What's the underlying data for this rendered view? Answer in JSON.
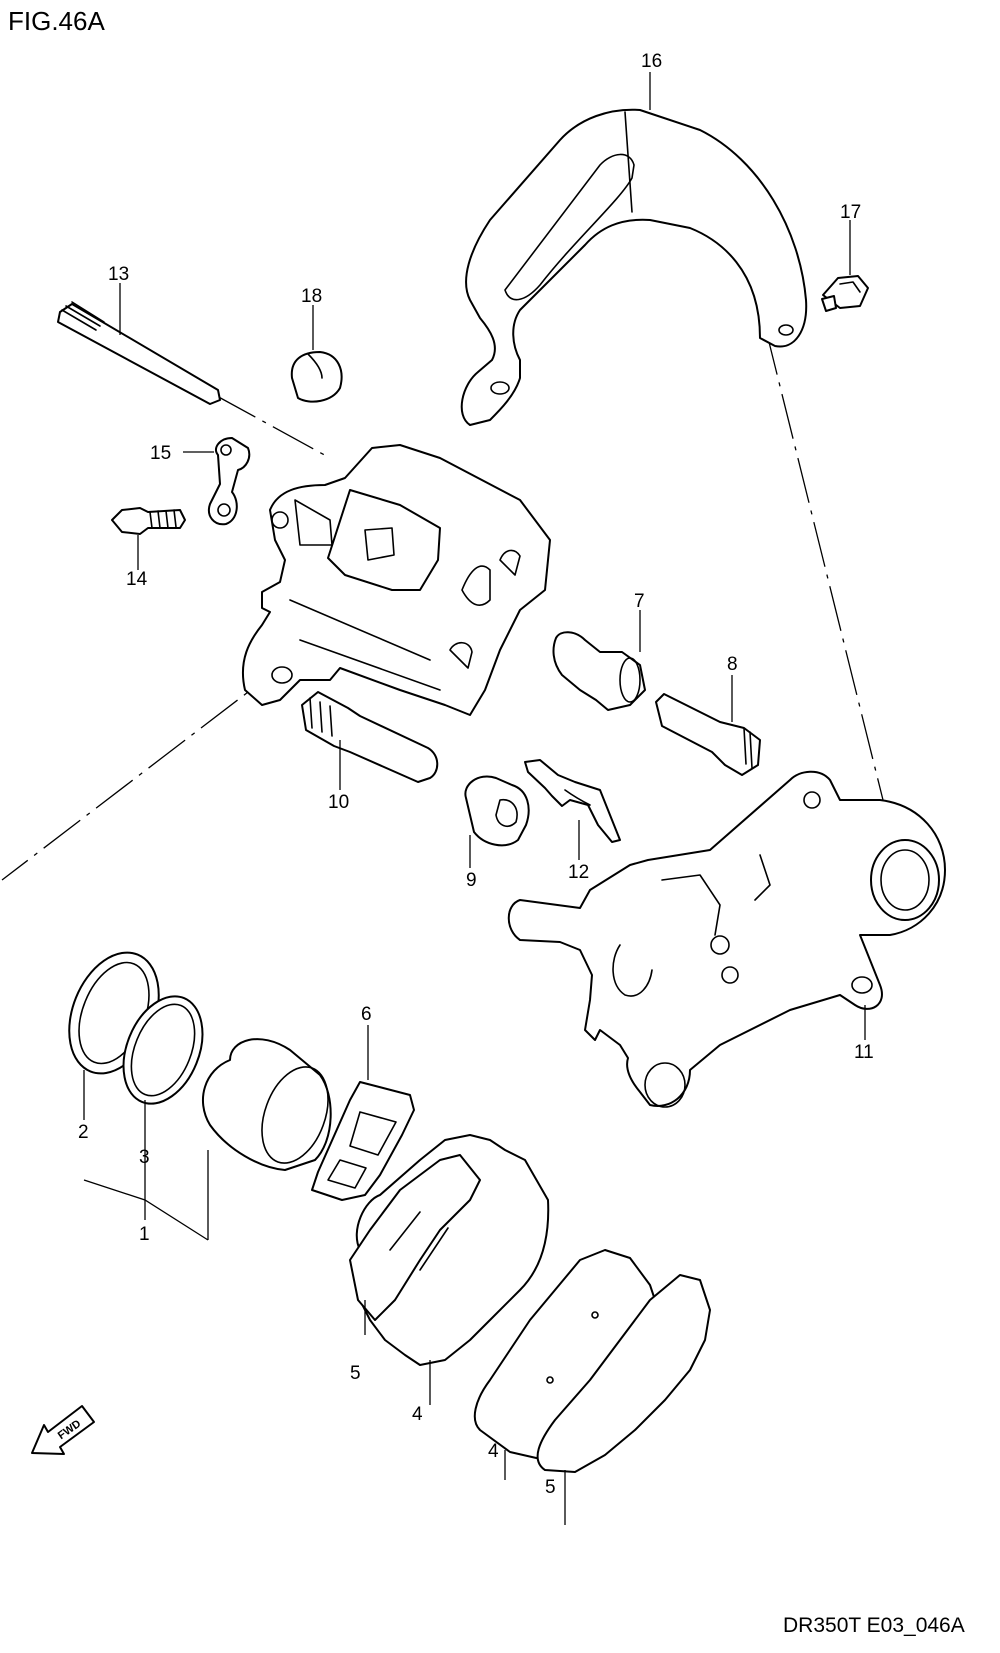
{
  "figure": {
    "title": "FIG.46A",
    "reference_code": "DR350T E03_046A",
    "fwd_label": "FWD"
  },
  "callouts": {
    "c1": "1",
    "c2": "2",
    "c3": "3",
    "c4a": "4",
    "c4b": "4",
    "c5a": "5",
    "c5b": "5",
    "c6": "6",
    "c7": "7",
    "c8": "8",
    "c9": "9",
    "c10": "10",
    "c11": "11",
    "c12": "12",
    "c13": "13",
    "c14": "14",
    "c15": "15",
    "c16": "16",
    "c17": "17",
    "c18": "18"
  }
}
